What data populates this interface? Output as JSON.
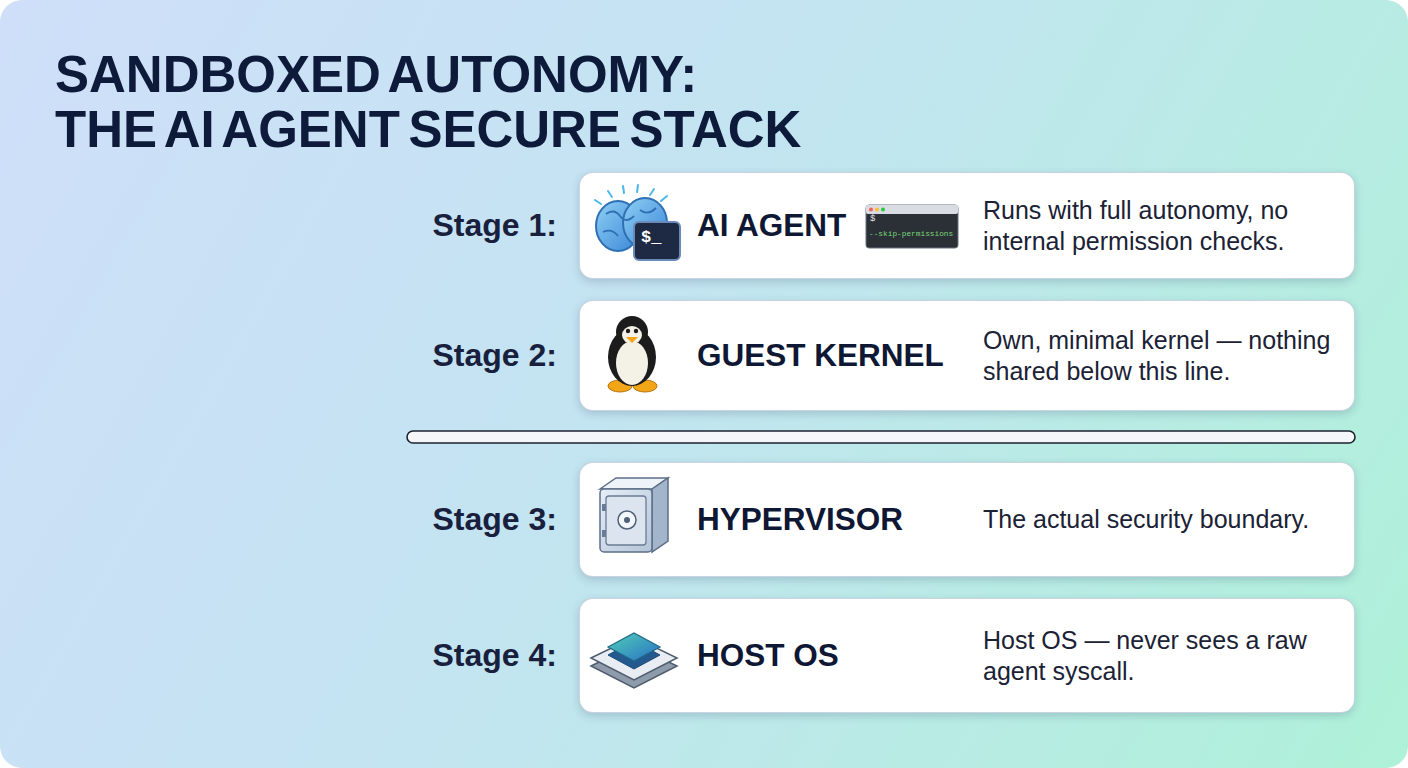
{
  "diagram": {
    "title": "SANDBOXED AUTONOMY: THE AI AGENT SECURE STACK",
    "nodes": [
      {
        "text": [
          "Stage 1:",
          "AI AGENT",
          "Runs with full autonomy, no internal permission checks."
        ]
      },
      {
        "text": [
          "Stage 2:",
          "GUEST KERNEL",
          "Own, minimal kernel — nothing shared below this line."
        ]
      },
      {
        "text": [
          "Stage 3:",
          "HYPERVISOR",
          "The actual security boundary."
        ]
      },
      {
        "text": [
          "Stage 4:",
          "HOST OS",
          "Host OS — never sees a raw agent syscall."
        ]
      }
    ],
    "labels": [
      "$_",
      "$",
      "--skip-permissions"
    ]
  }
}
